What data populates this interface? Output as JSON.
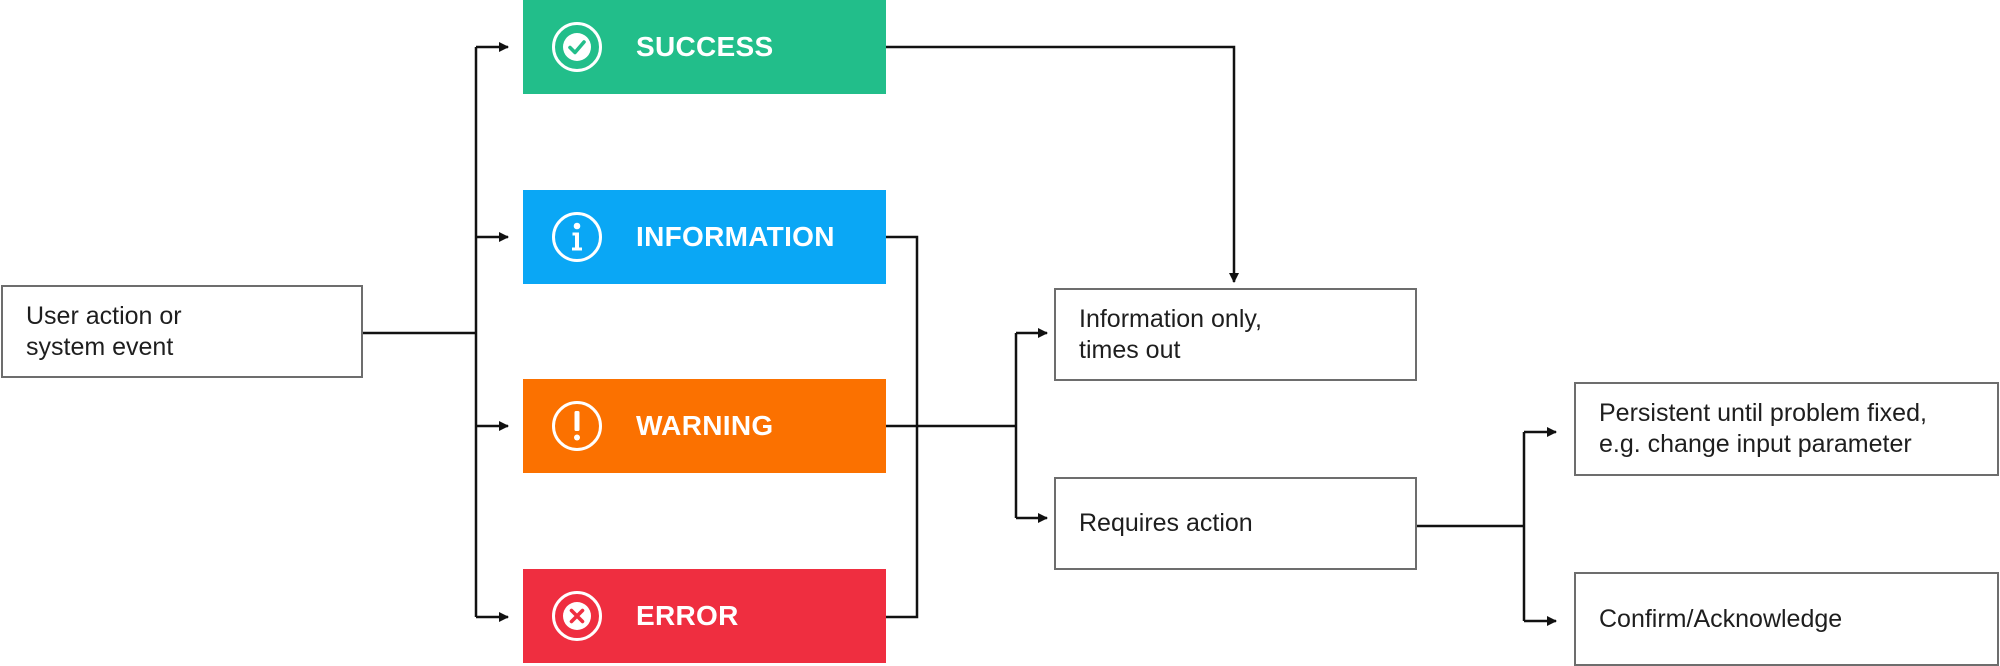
{
  "source": {
    "label": "User action or\nsystem event"
  },
  "statuses": [
    {
      "label": "SUCCESS",
      "icon": "check-circle-icon",
      "color": "#22be8a"
    },
    {
      "label": "INFORMATION",
      "icon": "info-circle-icon",
      "color": "#0aa7f5"
    },
    {
      "label": "WARNING",
      "icon": "exclamation-circle-icon",
      "color": "#fb7100"
    },
    {
      "label": "ERROR",
      "icon": "x-circle-icon",
      "color": "#ef2e40"
    }
  ],
  "outcomes": {
    "info_only": "Information only,\ntimes out",
    "requires_action": "Requires action"
  },
  "actions": {
    "persistent": "Persistent until problem fixed,\ne.g. change input parameter",
    "confirm": "Confirm/Acknowledge"
  },
  "colors": {
    "line": "#111111",
    "box_border": "#6d6d6d"
  }
}
